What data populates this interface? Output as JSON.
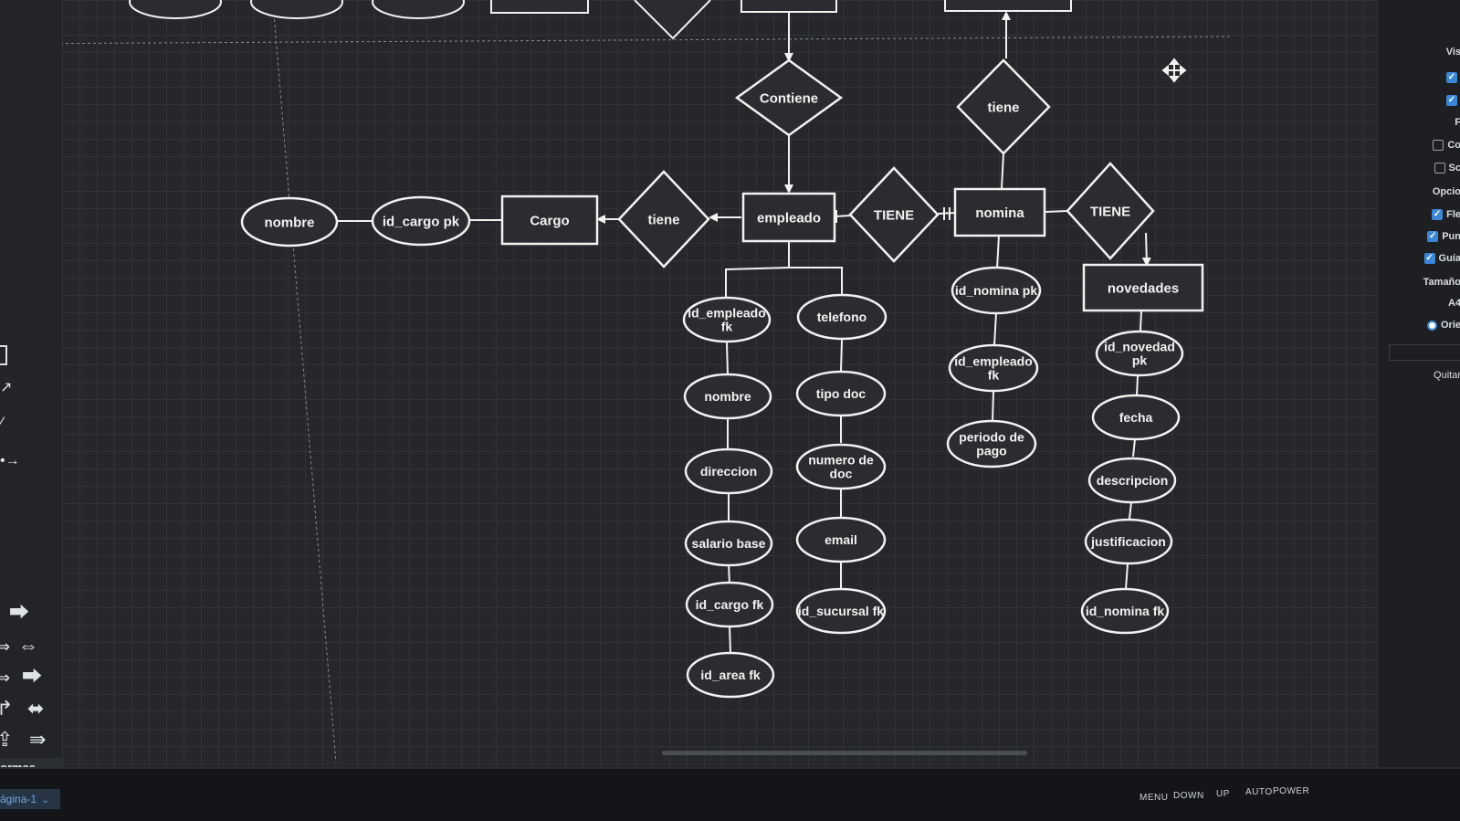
{
  "right_panel": {
    "section_view": "Vis",
    "view_checks": [
      "",
      ""
    ],
    "label_f": "F",
    "checks_a": [
      {
        "label": "Co",
        "checked": false
      },
      {
        "label": "Sc",
        "checked": false
      }
    ],
    "section_options": "Opcio",
    "checks_b": [
      {
        "label": "Fle",
        "checked": true
      },
      {
        "label": "Pun",
        "checked": true
      },
      {
        "label": "Guía",
        "checked": true
      }
    ],
    "section_size": "Tamaño",
    "paper_size": "A4",
    "orientation": "Orie",
    "remove_button": "Quitar"
  },
  "left_panel": {
    "shapes_tab": "ormas",
    "page_tab": "ágina-1"
  },
  "monitor": {
    "buttons": [
      "MENU",
      "DOWN",
      "UP",
      "AUTO",
      "POWER"
    ]
  },
  "diagram": {
    "entities": {
      "cargo": "Cargo",
      "empleado": "empleado",
      "nomina": "nomina",
      "novedades": "novedades"
    },
    "relationships": {
      "contiene": "Contiene",
      "tiene_cargo": "tiene",
      "tiene_top": "tiene",
      "tiene_empleado_nomina": "TIENE",
      "tiene_nomina_novedades": "TIENE"
    },
    "cargo_attributes": {
      "nombre": "nombre",
      "id_cargo_pk": "id_cargo pk"
    },
    "empleado_attributes_left": [
      [
        "id_empleado",
        "fk"
      ],
      [
        "nombre"
      ],
      [
        "direccion"
      ],
      [
        "salario base"
      ],
      [
        "id_cargo fk"
      ],
      [
        "id_area fk"
      ]
    ],
    "empleado_attributes_right": [
      [
        "telefono"
      ],
      [
        "tipo doc"
      ],
      [
        "numero de",
        "doc"
      ],
      [
        "email"
      ],
      [
        "id_sucursal fk"
      ]
    ],
    "nomina_attributes": [
      [
        "id_nomina pk"
      ],
      [
        "id_empleado",
        "fk"
      ],
      [
        "periodo de",
        "pago"
      ]
    ],
    "novedades_attributes": [
      [
        "id_novedad",
        "pk"
      ],
      [
        "fecha"
      ],
      [
        "descripcion"
      ],
      [
        "justificacion"
      ],
      [
        "id_nomina fk"
      ]
    ]
  },
  "colors": {
    "canvas": "#25272b",
    "grid": "#2f3237",
    "shape_fill": "#2a2c30",
    "shape_stroke": "#f2f2f2",
    "checkbox_accent": "#3c86d6"
  }
}
